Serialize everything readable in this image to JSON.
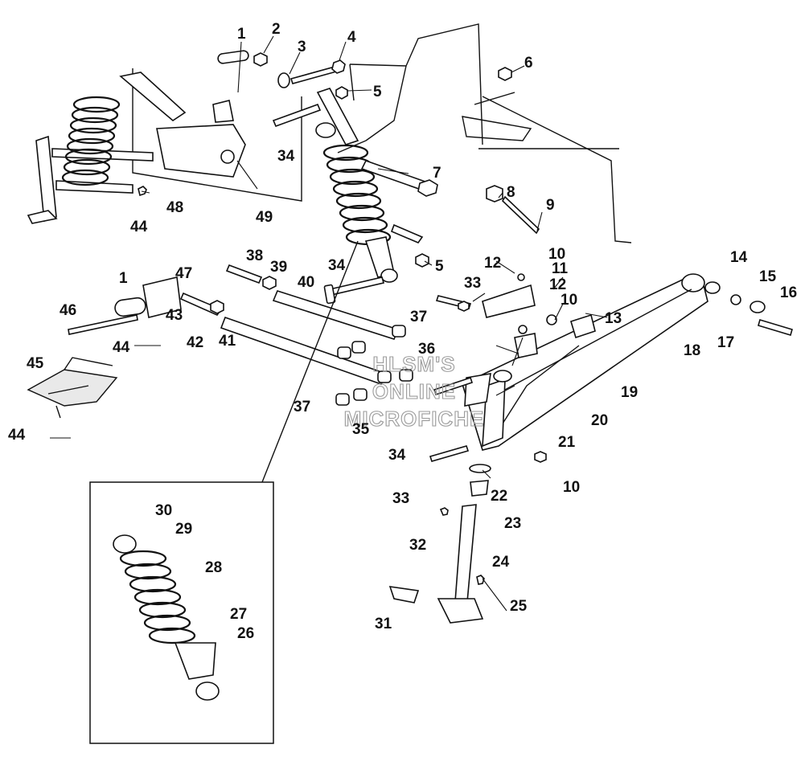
{
  "diagram": {
    "type": "exploded-parts-diagram",
    "watermark_lines": [
      "HLSM'S",
      "ONLINE",
      "MICROFICHE"
    ],
    "callouts": [
      {
        "id": "c1a",
        "label": "1"
      },
      {
        "id": "c2",
        "label": "2"
      },
      {
        "id": "c3",
        "label": "3"
      },
      {
        "id": "c4",
        "label": "4"
      },
      {
        "id": "c5a",
        "label": "5"
      },
      {
        "id": "c6",
        "label": "6"
      },
      {
        "id": "c34a",
        "label": "34"
      },
      {
        "id": "c7",
        "label": "7"
      },
      {
        "id": "c8",
        "label": "8"
      },
      {
        "id": "c9",
        "label": "9"
      },
      {
        "id": "c44a",
        "label": "44"
      },
      {
        "id": "c48",
        "label": "48"
      },
      {
        "id": "c49",
        "label": "49"
      },
      {
        "id": "c38",
        "label": "38"
      },
      {
        "id": "c39",
        "label": "39"
      },
      {
        "id": "c40",
        "label": "40"
      },
      {
        "id": "c34b",
        "label": "34"
      },
      {
        "id": "c5b",
        "label": "5"
      },
      {
        "id": "c12a",
        "label": "12"
      },
      {
        "id": "c10a",
        "label": "10"
      },
      {
        "id": "c11",
        "label": "11"
      },
      {
        "id": "c12b",
        "label": "12"
      },
      {
        "id": "c33a",
        "label": "33"
      },
      {
        "id": "c10b",
        "label": "10"
      },
      {
        "id": "c13",
        "label": "13"
      },
      {
        "id": "c14",
        "label": "14"
      },
      {
        "id": "c15",
        "label": "15"
      },
      {
        "id": "c16",
        "label": "16"
      },
      {
        "id": "c17",
        "label": "17"
      },
      {
        "id": "c18",
        "label": "18"
      },
      {
        "id": "c1b",
        "label": "1"
      },
      {
        "id": "c47",
        "label": "47"
      },
      {
        "id": "c46",
        "label": "46"
      },
      {
        "id": "c43",
        "label": "43"
      },
      {
        "id": "c42",
        "label": "42"
      },
      {
        "id": "c41",
        "label": "41"
      },
      {
        "id": "c44b",
        "label": "44"
      },
      {
        "id": "c37a",
        "label": "37"
      },
      {
        "id": "c36",
        "label": "36"
      },
      {
        "id": "c45",
        "label": "45"
      },
      {
        "id": "c37b",
        "label": "37"
      },
      {
        "id": "c35",
        "label": "35"
      },
      {
        "id": "c44c",
        "label": "44"
      },
      {
        "id": "c19",
        "label": "19"
      },
      {
        "id": "c20",
        "label": "20"
      },
      {
        "id": "c21",
        "label": "21"
      },
      {
        "id": "c34c",
        "label": "34"
      },
      {
        "id": "c33b",
        "label": "33"
      },
      {
        "id": "c10c",
        "label": "10"
      },
      {
        "id": "c22",
        "label": "22"
      },
      {
        "id": "c23",
        "label": "23"
      },
      {
        "id": "c32",
        "label": "32"
      },
      {
        "id": "c24",
        "label": "24"
      },
      {
        "id": "c25",
        "label": "25"
      },
      {
        "id": "c31",
        "label": "31"
      },
      {
        "id": "c30",
        "label": "30"
      },
      {
        "id": "c29",
        "label": "29"
      },
      {
        "id": "c28",
        "label": "28"
      },
      {
        "id": "c27",
        "label": "27"
      },
      {
        "id": "c26",
        "label": "26"
      }
    ]
  }
}
